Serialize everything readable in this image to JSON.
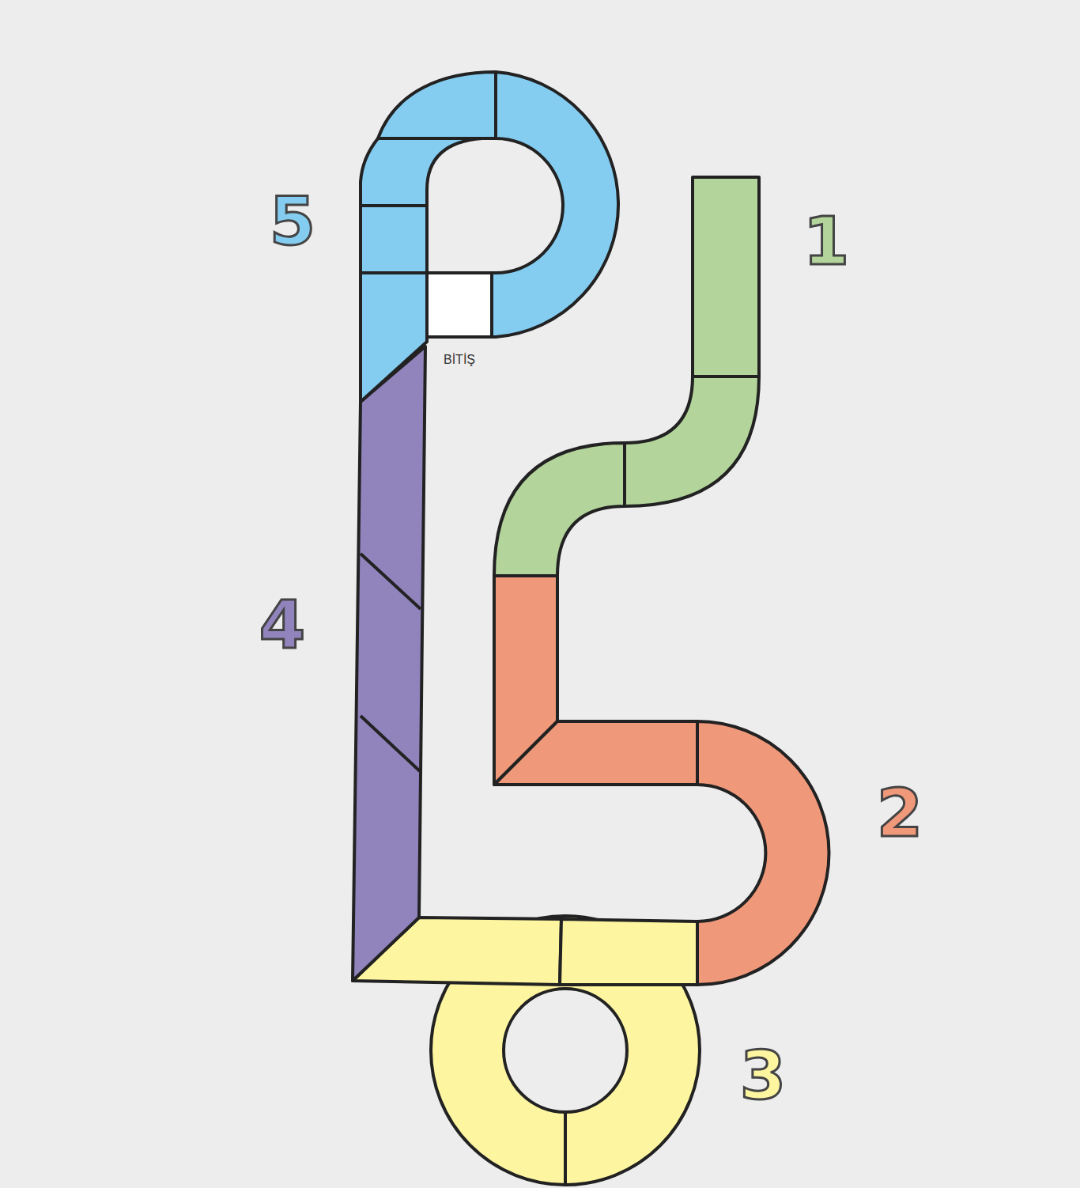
{
  "diagram": {
    "labels": [
      "5",
      "1",
      "BİTİŞ",
      "4",
      "2",
      "3"
    ]
  }
}
